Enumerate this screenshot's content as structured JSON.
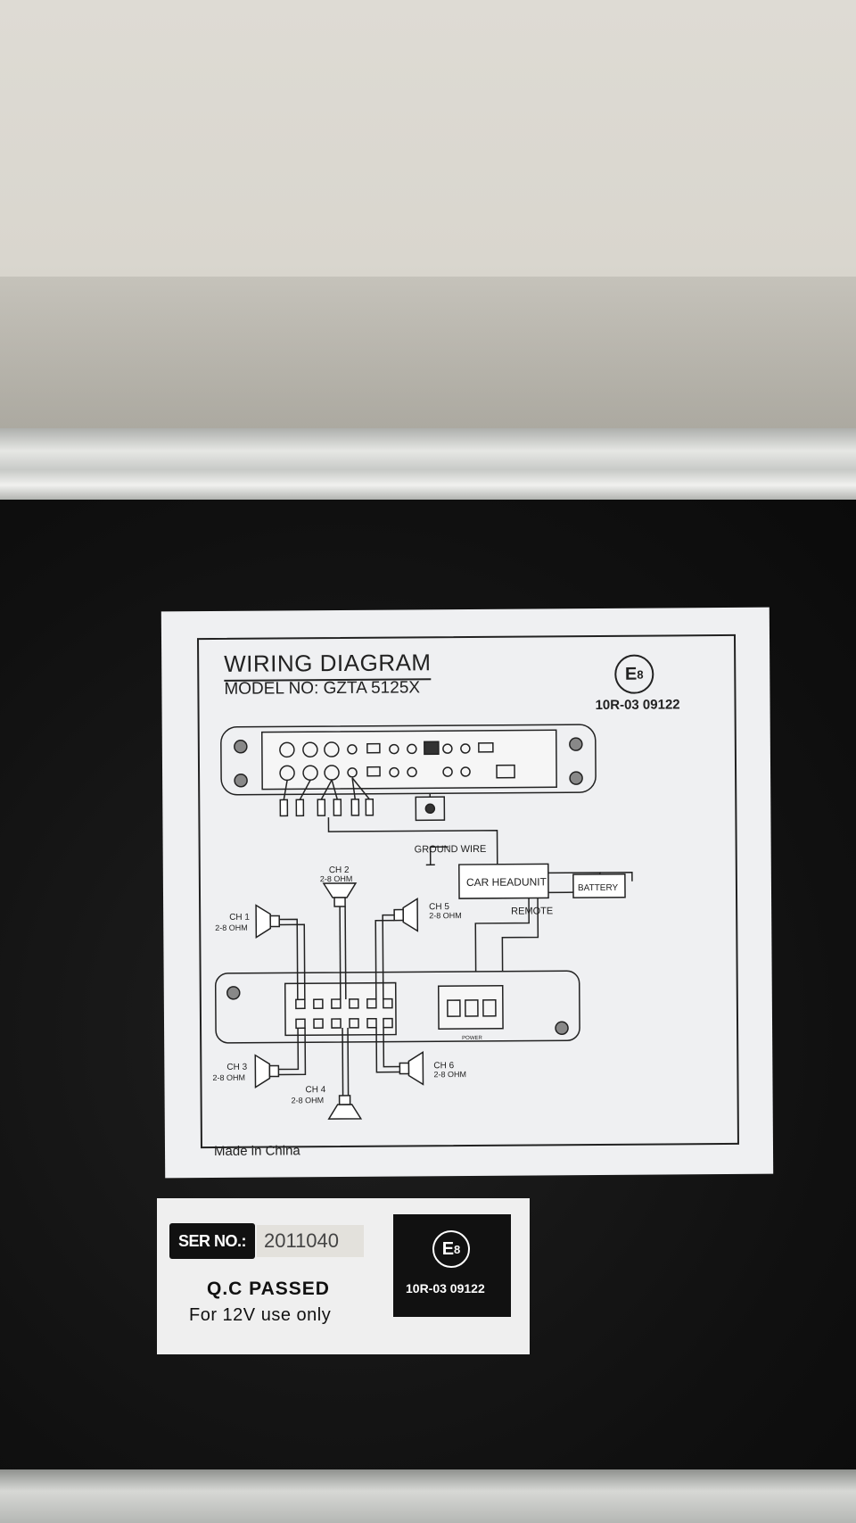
{
  "label": {
    "title": "WIRING DIAGRAM",
    "model": "MODEL NO: GZTA 5125X",
    "emark": "E",
    "emark_num": "8",
    "approval": "10R-03 09122",
    "made_in": "Made in China",
    "diagram": {
      "ground_wire": "GROUND WIRE",
      "car_headunit": "CAR HEADUNIT",
      "battery": "BATTERY",
      "remote": "REMOTE",
      "ch1": "CH 1",
      "ch1_ohm": "2-8 OHM",
      "ch2": "CH 2",
      "ch2_ohm": "2-8 OHM",
      "ch3": "CH 3",
      "ch3_ohm": "2-8 OHM",
      "ch4": "CH 4",
      "ch4_ohm": "2-8 OHM",
      "ch5": "CH 5",
      "ch5_ohm": "2-8 OHM",
      "ch6": "CH 6",
      "ch6_ohm": "2-8 OHM",
      "power": "POWER"
    }
  },
  "sticker": {
    "ser_label": "SER NO.:",
    "ser_value": "2011040",
    "qc": "Q.C PASSED",
    "use": "For 12V use only",
    "emark": "E",
    "emark_num": "8",
    "approval": "10R-03 09122"
  }
}
